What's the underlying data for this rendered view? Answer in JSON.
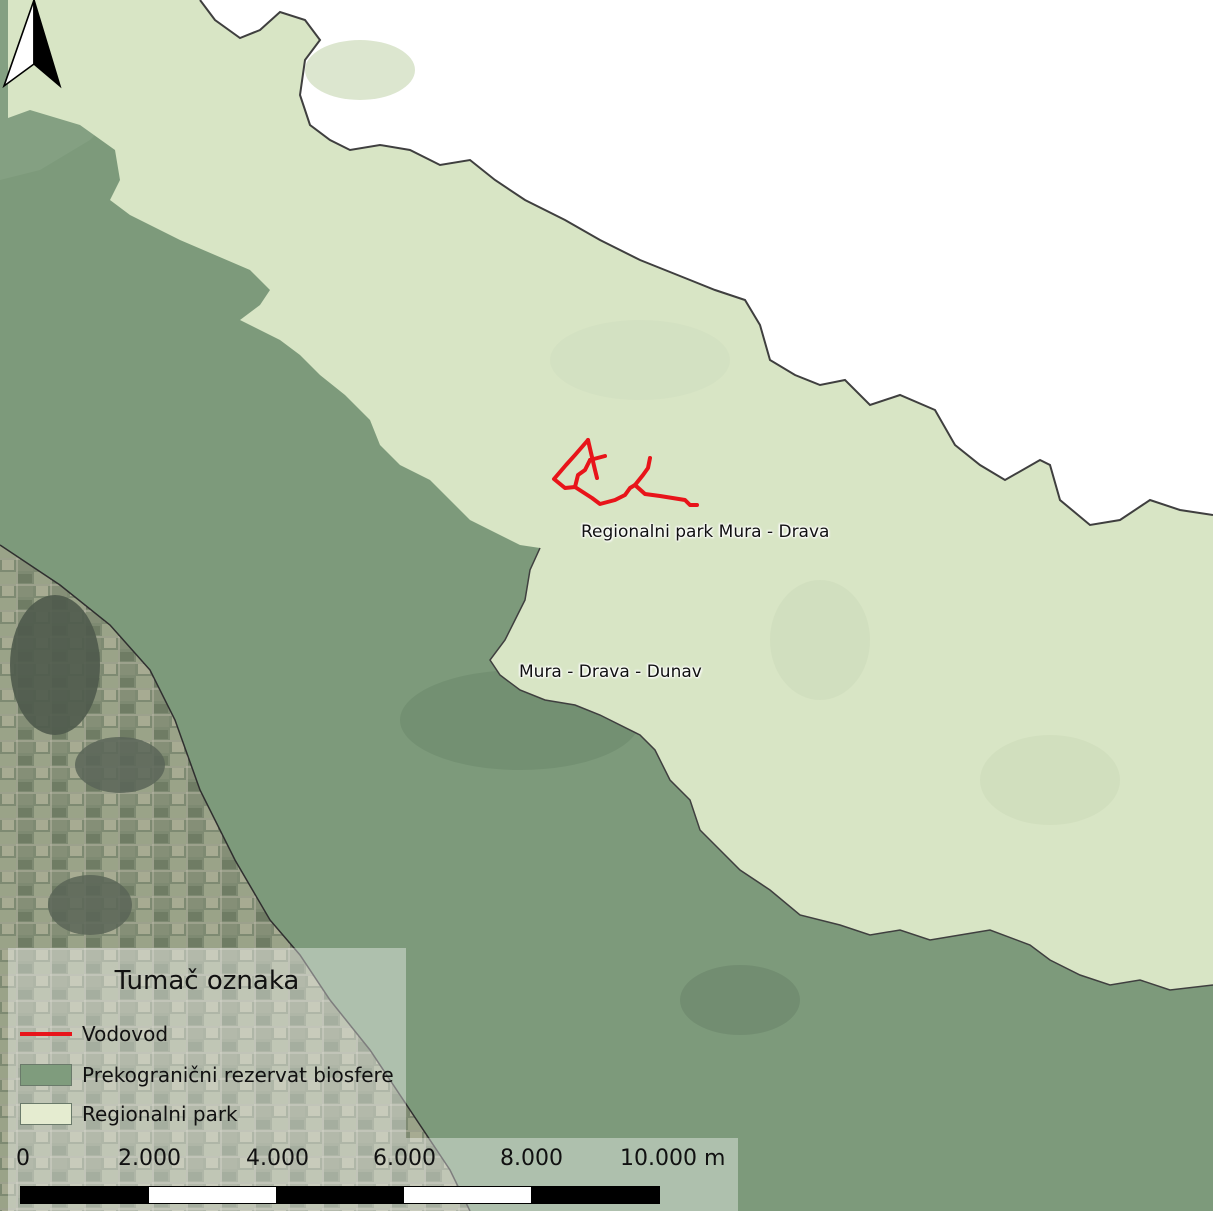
{
  "map": {
    "labels": {
      "regional_park": "Regionalni park Mura - Drava",
      "biosphere": "Mura - Drava - Dunav"
    },
    "colors": {
      "pipeline": "#e8141a",
      "biosphere_fill": "#7d9b7b",
      "regional_park_fill": "#d9e6c6",
      "border": "#444444"
    },
    "north_arrow_icon": "north-arrow-icon"
  },
  "legend": {
    "title": "Tumač oznaka",
    "items": [
      {
        "label": "Vodovod",
        "symbol": "line",
        "color": "#e8141a"
      },
      {
        "label": "Prekogranični rezervat biosfere",
        "symbol": "box",
        "color": "#7f9c7d"
      },
      {
        "label": "Regionalni park",
        "symbol": "box",
        "color": "#e5ecd0"
      }
    ]
  },
  "scale_bar": {
    "ticks": [
      "0",
      "2.000",
      "4.000",
      "6.000",
      "8.000",
      "10.000 m"
    ]
  }
}
